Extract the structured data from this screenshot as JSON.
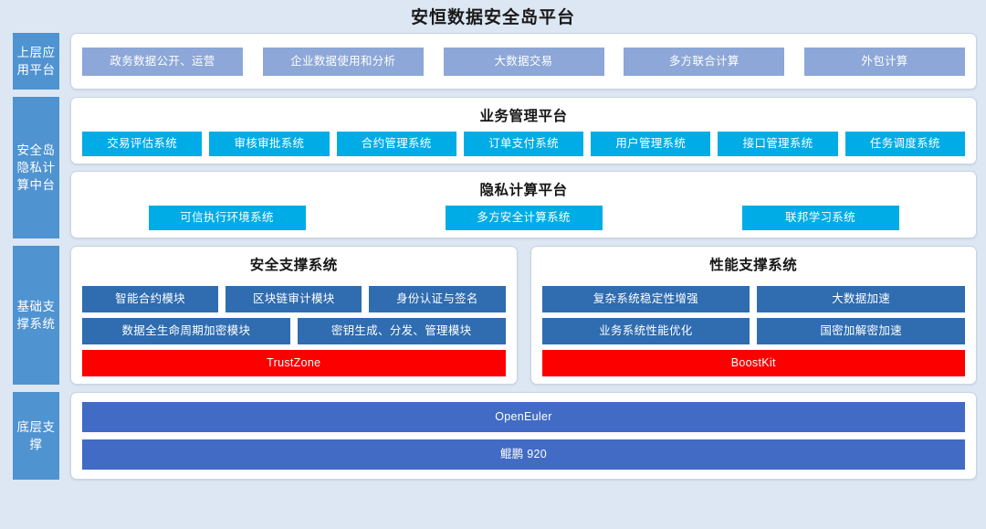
{
  "title": "安恒数据安全岛平台",
  "colors": {
    "background": "#dde7f3",
    "sidebar": "#4f93d1",
    "app_chip": "#8ca7d8",
    "cyan_chip": "#00ace6",
    "navy_chip": "#2f6cb0",
    "red_chip": "#fc0000",
    "base_chip": "#416bc4"
  },
  "layers": {
    "application": {
      "label": "上层应用平台",
      "items": [
        "政务数据公开、运营",
        "企业数据使用和分析",
        "大数据交易",
        "多方联合计算",
        "外包计算"
      ]
    },
    "privacy": {
      "label": "安全岛隐私计算中台",
      "business": {
        "title": "业务管理平台",
        "items": [
          "交易评估系统",
          "审核审批系统",
          "合约管理系统",
          "订单支付系统",
          "用户管理系统",
          "接口管理系统",
          "任务调度系统"
        ]
      },
      "computing": {
        "title": "隐私计算平台",
        "items": [
          "可信执行环境系统",
          "多方安全计算系统",
          "联邦学习系统"
        ]
      }
    },
    "base_support": {
      "label": "基础支撑系统",
      "security": {
        "title": "安全支撑系统",
        "row1": [
          "智能合约模块",
          "区块链审计模块",
          "身份认证与签名"
        ],
        "row2": [
          "数据全生命周期加密模块",
          "密钥生成、分发、管理模块"
        ],
        "highlight": "TrustZone"
      },
      "performance": {
        "title": "性能支撑系统",
        "row1": [
          "复杂系统稳定性增强",
          "大数据加速"
        ],
        "row2": [
          "业务系统性能优化",
          "国密加解密加速"
        ],
        "highlight": "BoostKit"
      }
    },
    "bottom": {
      "label": "底层支撑",
      "items": [
        "OpenEuler",
        "鲲鹏 920"
      ]
    }
  }
}
